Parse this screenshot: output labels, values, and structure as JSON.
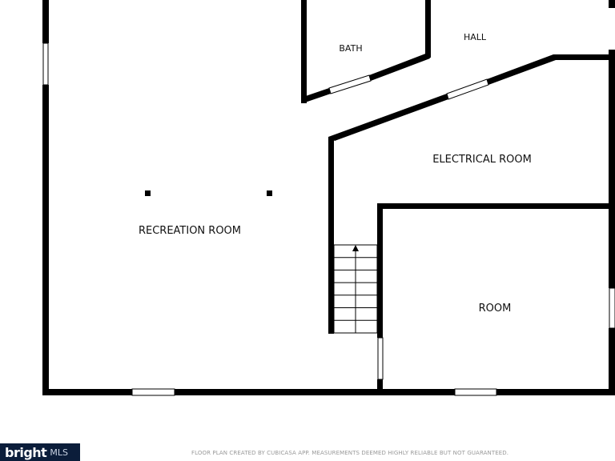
{
  "rooms": {
    "bath": "BATH",
    "hall": "HALL",
    "electrical": "ELECTRICAL ROOM",
    "recreation": "RECREATION ROOM",
    "room": "ROOM"
  },
  "footer": {
    "note": "FLOOR PLAN CREATED BY CUBICASA APP. MEASUREMENTS DEEMED HIGHLY RELIABLE BUT NOT GUARANTEED.",
    "logo_brand": "bright",
    "logo_suffix": "MLS"
  },
  "colors": {
    "wall": "#000000",
    "background": "#ffffff",
    "logo_background": "#0b1d3a"
  }
}
